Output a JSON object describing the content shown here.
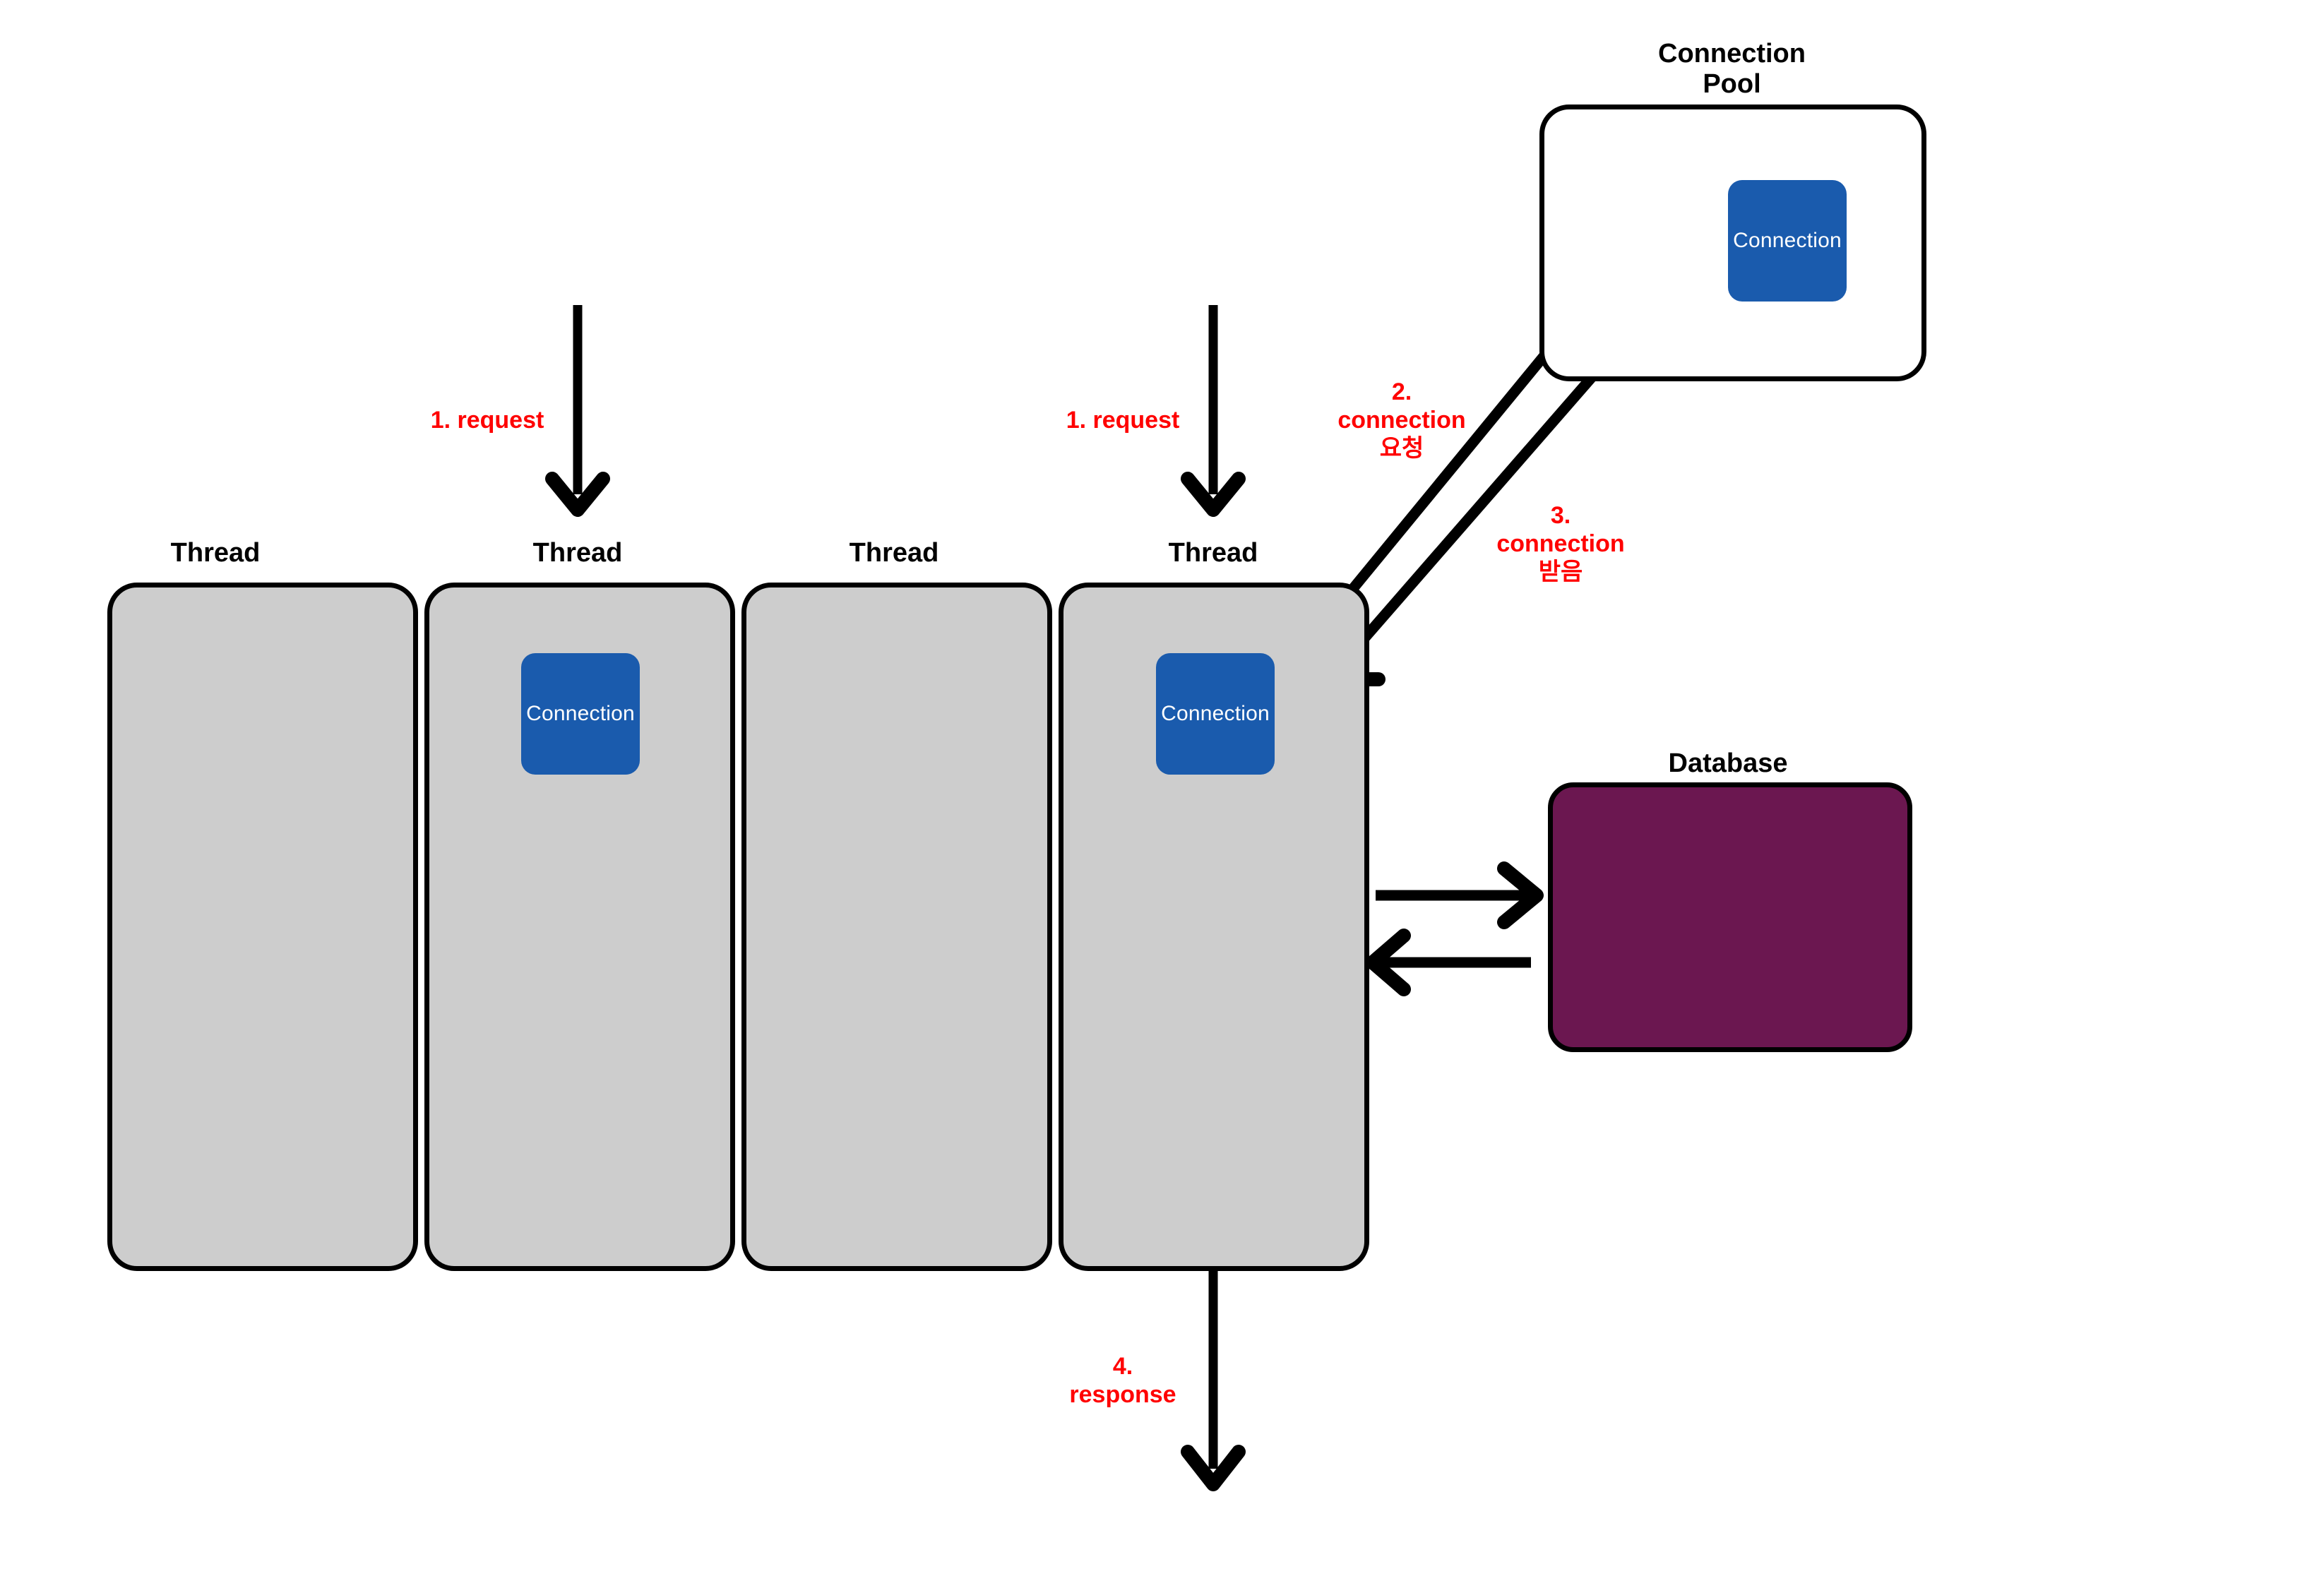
{
  "diagram": {
    "title": "Connection Pool / Thread / Database flow",
    "background": "#ffffff",
    "colors": {
      "thread_fill": "#cdcdcd",
      "connection_fill": "#1A5BAD",
      "database_fill": "#6B1750",
      "stroke": "#000000",
      "annotation": "#ff0000"
    }
  },
  "threads": [
    {
      "label": "Thread",
      "has_connection": false,
      "connection_label": ""
    },
    {
      "label": "Thread",
      "has_connection": true,
      "connection_label": "Connection"
    },
    {
      "label": "Thread",
      "has_connection": false,
      "connection_label": ""
    },
    {
      "label": "Thread",
      "has_connection": true,
      "connection_label": "Connection"
    }
  ],
  "pool": {
    "title": "Connection\nPool",
    "title_line1": "Connection",
    "title_line2": "Pool",
    "connection_label": "Connection"
  },
  "database": {
    "title": "Database"
  },
  "annotations": {
    "request_a": "1. request",
    "request_b": "1. request",
    "connection_request": "2.\nconnection\n요청",
    "connection_received": "3.\nconnection\n받음",
    "response": "4.\nresponse"
  },
  "arrows": {
    "request_a": {
      "name": "request-arrow-thread2",
      "direction": "down"
    },
    "request_b": {
      "name": "request-arrow-thread4",
      "direction": "down"
    },
    "to_pool": {
      "name": "connection-request-arrow",
      "direction": "up-right"
    },
    "from_pool": {
      "name": "connection-received-arrow",
      "direction": "down-left"
    },
    "to_db": {
      "name": "query-arrow",
      "direction": "right"
    },
    "from_db": {
      "name": "result-arrow",
      "direction": "left"
    },
    "response": {
      "name": "response-arrow",
      "direction": "down"
    }
  }
}
